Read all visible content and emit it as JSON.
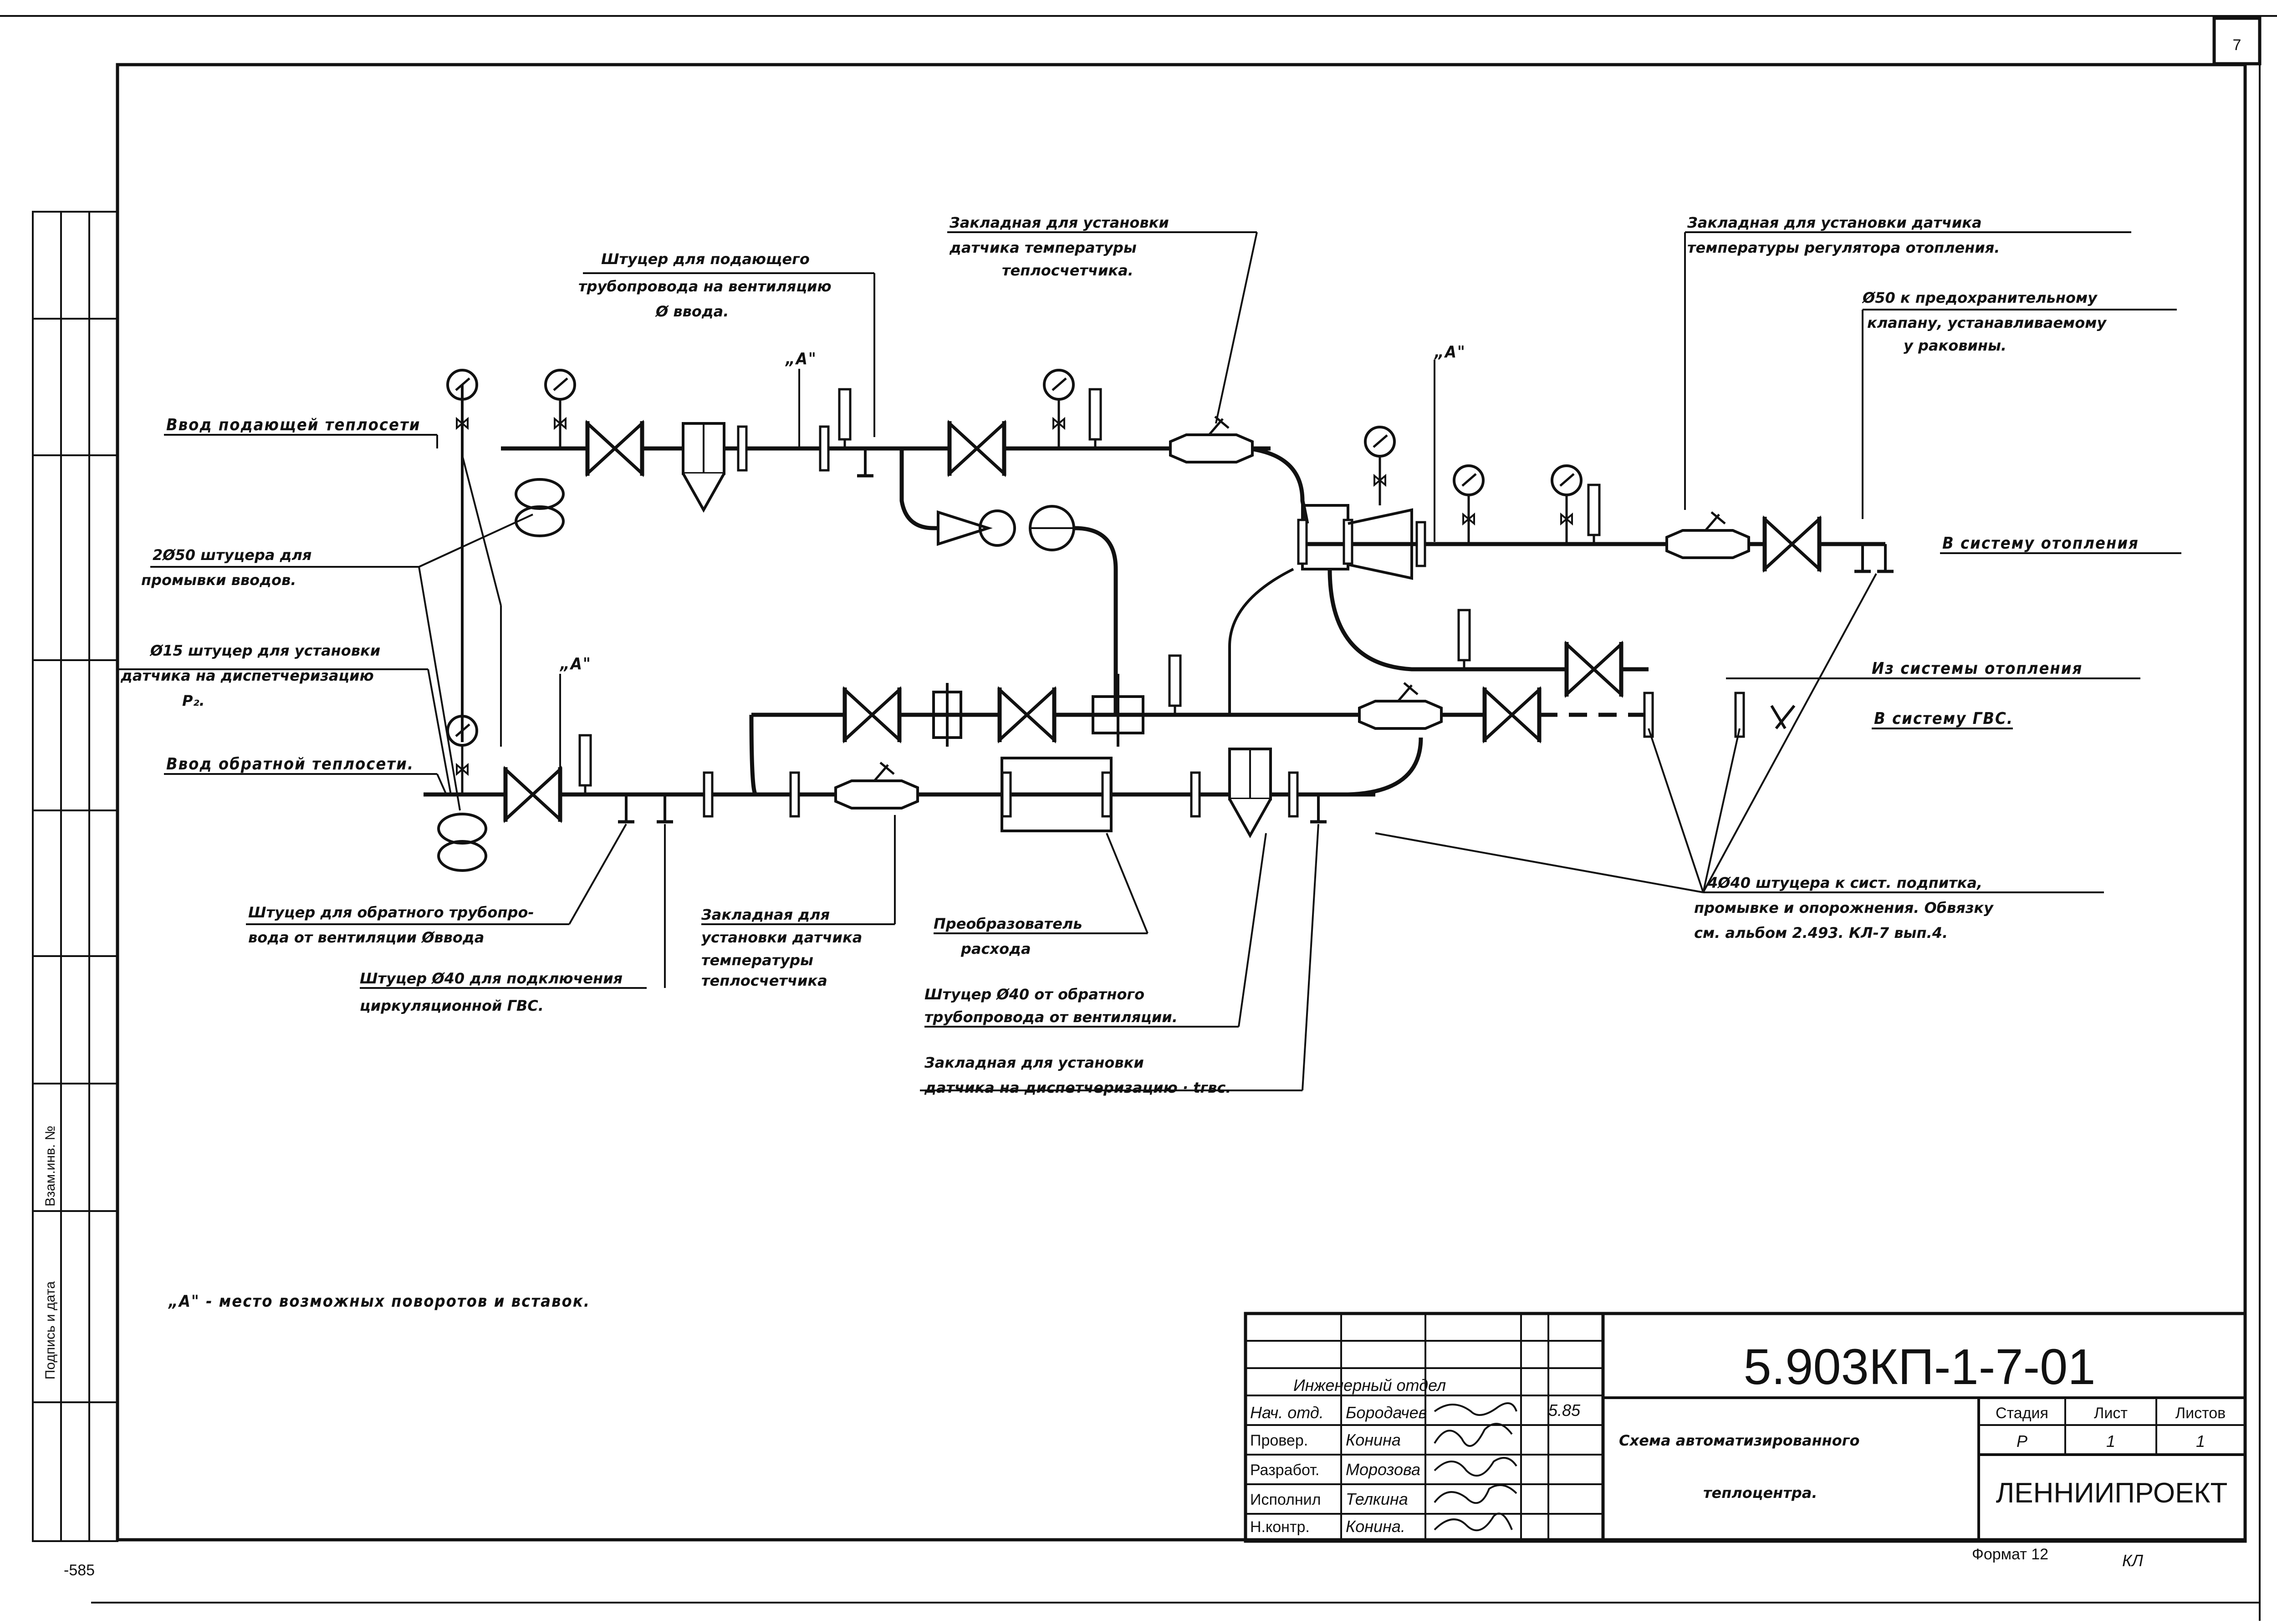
{
  "sheet": {
    "page_number": "7",
    "bottom_left_number": "-585",
    "format_label": "Формат 12",
    "format_mark": "КЛ"
  },
  "labels": {
    "supply_input": "Ввод подающей теплосети",
    "return_input": "Ввод обратной теплосети.",
    "to_heating": "В систему отопления",
    "from_heating": "Из системы отопления",
    "to_dhw": "В систему ГВС.",
    "a_mark": "„А\"",
    "supply_vent_fitting_1": "Штуцер для подающего",
    "supply_vent_fitting_2": "трубопровода на вентиляцию",
    "supply_vent_fitting_3": "Ø ввода.",
    "heatmeter_temp_1": "Закладная для установки",
    "heatmeter_temp_2": "датчика температуры",
    "heatmeter_temp_3": "теплосчетчика.",
    "regulator_sensor_1": "Закладная для установки датчика",
    "regulator_sensor_2": "температуры регулятора отопления.",
    "safety_valve_1": "Ø50 к предохранительному",
    "safety_valve_2": "клапану, устанавливаемому",
    "safety_valve_3": "у раковины.",
    "flush_fittings_1": "2Ø50 штуцера для",
    "flush_fittings_2": "промывки вводов.",
    "p2_fitting_1": "Ø15 штуцер для установки",
    "p2_fitting_2": "датчика на диспетчеризацию",
    "p2_fitting_3": "P₂.",
    "return_vent_fitting_1": "Штуцер для обратного трубопро-",
    "return_vent_fitting_2": "вода от вентиляции Øввода",
    "dhw_circ_fitting_1": "Штуцер Ø40 для подключения",
    "dhw_circ_fitting_2": "циркуляционной ГВС.",
    "return_temp_1": "Закладная для",
    "return_temp_2": "установки датчика",
    "return_temp_3": "температуры",
    "return_temp_4": "теплосчетчика",
    "flow_converter_1": "Преобразователь",
    "flow_converter_2": "расхода",
    "return_vent40_1": "Штуцер Ø40 от обратного",
    "return_vent40_2": "трубопровода от вентиляции.",
    "dispatch_sensor_1": "Закладная для установки",
    "dispatch_sensor_2": "датчика на диспетчеризацию · tгвс.",
    "fittings_4x40_1": "4Ø40 штуцера к сист. подпитка,",
    "fittings_4x40_2": "промывке и опорожнения. Обвязку",
    "fittings_4x40_3": "см. альбом 2.493. КЛ-7 вып.4.",
    "note": "„А\" - место возможных поворотов и вставок."
  },
  "side_stamp": {
    "inv_replace": "Взам.инв. №",
    "signature_date": "Подпись и дата"
  },
  "title_block": {
    "doc_code": "5.903КП-1-7-01",
    "department": "Инженерный отдел",
    "title_line1": "Схема автоматизированного",
    "title_line2": "теплоцентра.",
    "stage_header": "Стадия",
    "sheet_header": "Лист",
    "sheets_header": "Листов",
    "stage_value": "Р",
    "sheet_value": "1",
    "sheets_value": "1",
    "organization": "ЛЕННИИПРОЕКТ",
    "date": "5.85",
    "roles": [
      {
        "role": "Нач. отд.",
        "name": "Бородачев"
      },
      {
        "role": "Провер.",
        "name": "Конина"
      },
      {
        "role": "Разработ.",
        "name": "Морозова"
      },
      {
        "role": "Исполнил",
        "name": "Телкина"
      },
      {
        "role": "Н.контр.",
        "name": "Конина."
      }
    ]
  }
}
